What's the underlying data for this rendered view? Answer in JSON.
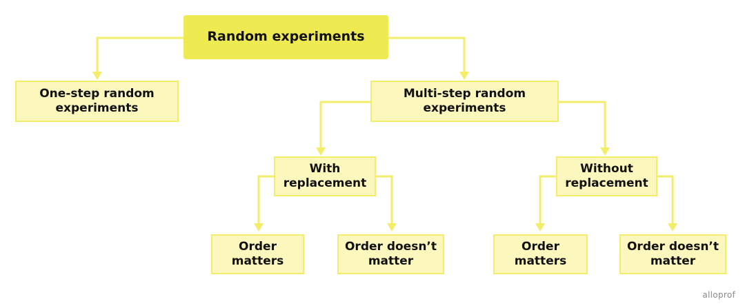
{
  "diagram": {
    "root": {
      "label": "Random experiments"
    },
    "one_step": {
      "label_line1": "One-step random",
      "label_line2": "experiments"
    },
    "multi_step": {
      "label_line1": "Multi-step random",
      "label_line2": "experiments"
    },
    "with_replacement": {
      "label_line1": "With",
      "label_line2": "replacement",
      "order_matters": {
        "label_line1": "Order",
        "label_line2": "matters"
      },
      "order_doesnt_matter": {
        "label_line1": "Order doesn’t",
        "label_line2": "matter"
      }
    },
    "without_replacement": {
      "label_line1": "Without",
      "label_line2": "replacement",
      "order_matters": {
        "label_line1": "Order",
        "label_line2": "matters"
      },
      "order_doesnt_matter": {
        "label_line1": "Order doesn’t",
        "label_line2": "matter"
      }
    }
  },
  "brand": {
    "text": "alloprof"
  },
  "colors": {
    "root_fill": "#eeea52",
    "box_fill": "#fbf7bd",
    "box_border": "#f3ee6a",
    "connector": "#f3ee6a"
  }
}
